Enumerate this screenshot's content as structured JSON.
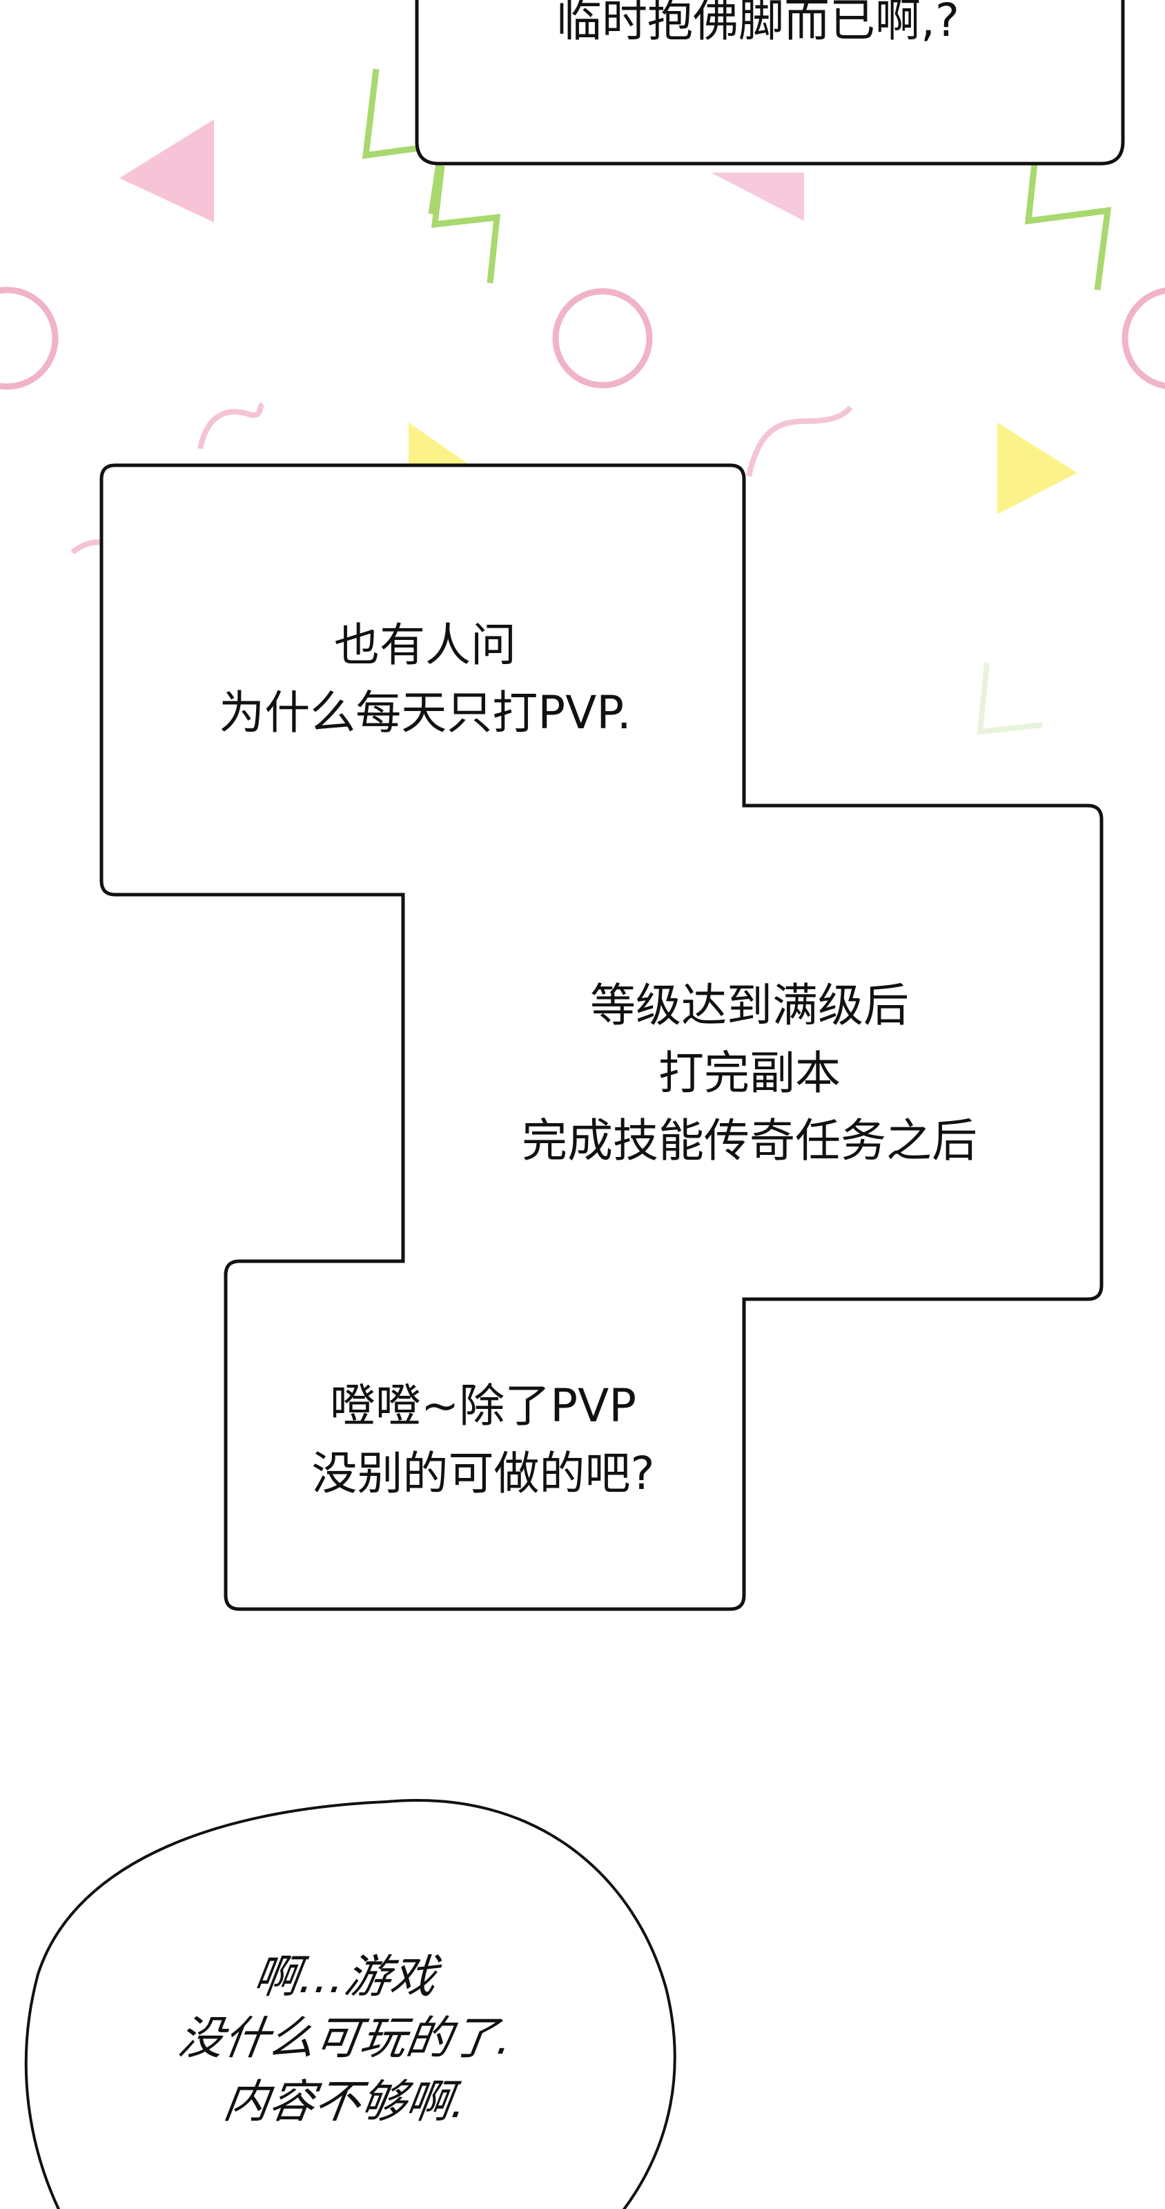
{
  "panels": {
    "top_box": {
      "lines": [
        "临时抱佛脚而已啊,?"
      ]
    },
    "stepped_box": {
      "block1": [
        "也有人问",
        "为什么每天只打PVP."
      ],
      "block2": [
        "等级达到满级后",
        "打完副本",
        "完成技能传奇任务之后"
      ],
      "block3": [
        "噔噔~除了PVP",
        "没别的可做的吧?"
      ]
    },
    "round_bubble": {
      "lines": [
        "啊…游戏",
        "没什么可玩的了.",
        "内容不够啊."
      ]
    }
  },
  "colors": {
    "pink": "#f2b6cc",
    "green": "#a9d86e",
    "yellow": "#fbf38a",
    "outline": "#111111"
  }
}
